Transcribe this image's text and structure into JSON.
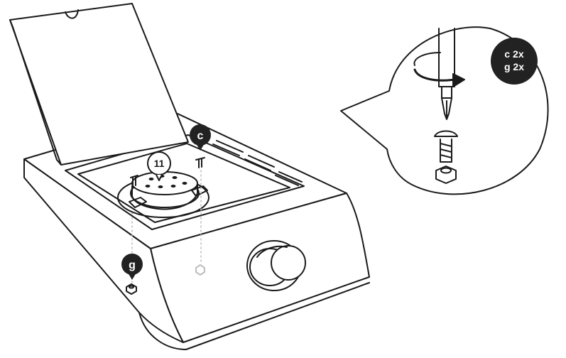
{
  "callouts": {
    "part_number": "11",
    "screw_letter": "c",
    "nut_letter": "g"
  },
  "detail": {
    "quantity_line_1": "c 2x",
    "quantity_line_2": "g 2x"
  },
  "colors": {
    "ink": "#1a1a1a",
    "badge": "#222222",
    "background": "#ffffff",
    "ghost": "#bdbdbd"
  }
}
